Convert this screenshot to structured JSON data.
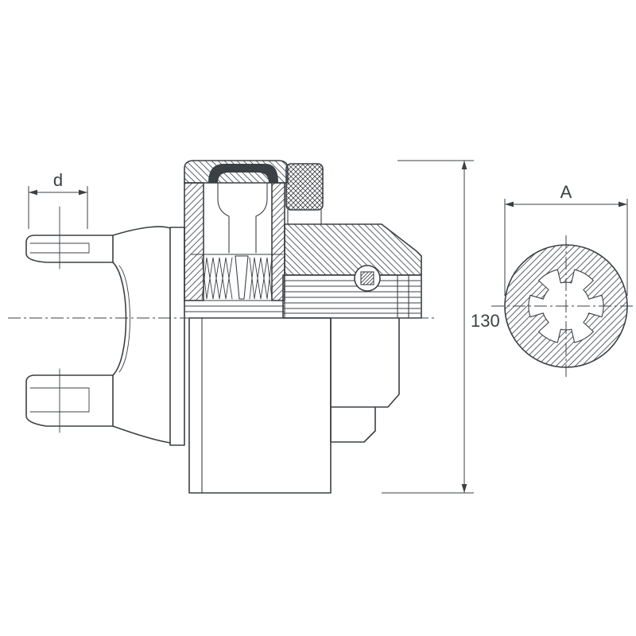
{
  "drawing": {
    "background": "#ffffff",
    "line_color": "#3b4045",
    "views": {
      "section_view": "clutch-section",
      "end_view": "splined-bore-end-view"
    }
  },
  "dimensions": {
    "d": {
      "label": "d"
    },
    "height": {
      "label": "130"
    },
    "width_a": {
      "label": "A"
    }
  }
}
